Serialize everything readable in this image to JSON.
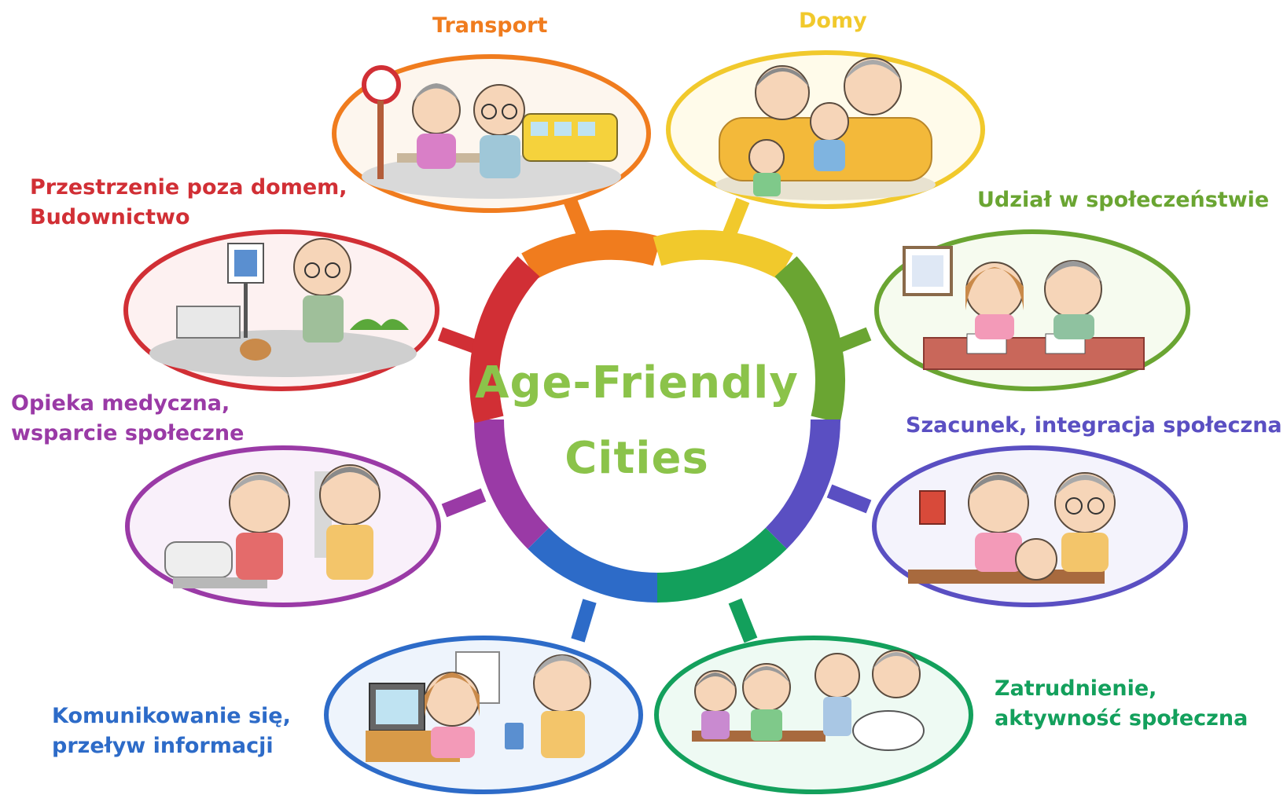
{
  "center": {
    "line1": "Age-Friendly",
    "line2": "Cities"
  },
  "colors": {
    "transport": "#f07c1e",
    "domy": "#f1c92c",
    "udzial": "#6aa532",
    "szacunek": "#5a4fc2",
    "zatrudnienie": "#13a05c",
    "komunikowanie": "#2d6bc8",
    "opieka": "#9a3aa6",
    "przestrzenie": "#d12f35",
    "center_text": "#8bc34a"
  },
  "topics": [
    {
      "id": "transport",
      "lines": [
        "Transport"
      ]
    },
    {
      "id": "domy",
      "lines": [
        "Domy"
      ]
    },
    {
      "id": "udzial",
      "lines": [
        "Udział w społeczeństwie"
      ]
    },
    {
      "id": "szacunek",
      "lines": [
        "Szacunek, integracja społeczna"
      ]
    },
    {
      "id": "zatrudnienie",
      "lines": [
        "Zatrudnienie,",
        "aktywność społeczna"
      ]
    },
    {
      "id": "komunikowanie",
      "lines": [
        "Komunikowanie się,",
        "przeływ informacji"
      ]
    },
    {
      "id": "opieka",
      "lines": [
        "Opieka medyczna,",
        "wsparcie społeczne"
      ]
    },
    {
      "id": "przestrzenie",
      "lines": [
        "Przestrzenie poza domem,",
        "Budownictwo"
      ]
    }
  ]
}
